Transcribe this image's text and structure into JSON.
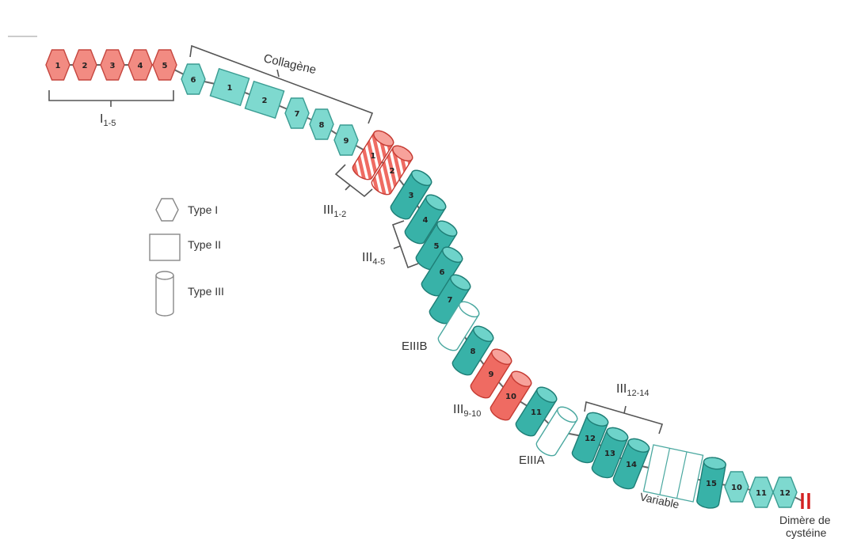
{
  "colors": {
    "type1_red": "#F28B82",
    "type1_red_stroke": "#C5463F",
    "type2_teal": "#7ED9CF",
    "type2_teal_stroke": "#3A9C92",
    "type3_teal": "#38B2A8",
    "type3_teal_dark": "#1E7E76",
    "type3_red": "#EF6B62",
    "type3_red_dark": "#C53B33",
    "bracket": "#555555",
    "cysteine": "#D42222"
  },
  "labels": {
    "collagen": "Collagène",
    "i_1_5_main": "I",
    "i_1_5_sub": "1-5",
    "iii_1_2_main": "III",
    "iii_1_2_sub": "1-2",
    "iii_4_5_main": "III",
    "iii_4_5_sub": "4-5",
    "eiiib": "EIIIB",
    "iii_9_10_main": "III",
    "iii_9_10_sub": "9-10",
    "eiiia": "EIIIA",
    "iii_12_14_main": "III",
    "iii_12_14_sub": "12-14",
    "variable": "Variable",
    "dimer_line1": "Dimère de",
    "dimer_line2": "cystéine"
  },
  "legend": {
    "type1": "Type I",
    "type2": "Type II",
    "type3": "Type III"
  },
  "modules": [
    {
      "kind": "hex",
      "num": "1",
      "color": "red"
    },
    {
      "kind": "hex",
      "num": "2",
      "color": "red"
    },
    {
      "kind": "hex",
      "num": "3",
      "color": "red"
    },
    {
      "kind": "hex",
      "num": "4",
      "color": "red"
    },
    {
      "kind": "hex",
      "num": "5",
      "color": "red"
    },
    {
      "kind": "hex",
      "num": "6",
      "color": "teal"
    },
    {
      "kind": "square",
      "num": "1",
      "color": "teal"
    },
    {
      "kind": "square",
      "num": "2",
      "color": "teal"
    },
    {
      "kind": "hex",
      "num": "7",
      "color": "teal"
    },
    {
      "kind": "hex",
      "num": "8",
      "color": "teal"
    },
    {
      "kind": "hex",
      "num": "9",
      "color": "teal"
    },
    {
      "kind": "cyl",
      "num": "1",
      "color": "red-striped"
    },
    {
      "kind": "cyl",
      "num": "2",
      "color": "red-striped"
    },
    {
      "kind": "cyl",
      "num": "3",
      "color": "teal"
    },
    {
      "kind": "cyl",
      "num": "4",
      "color": "teal"
    },
    {
      "kind": "cyl",
      "num": "5",
      "color": "teal"
    },
    {
      "kind": "cyl",
      "num": "6",
      "color": "teal"
    },
    {
      "kind": "cyl",
      "num": "7",
      "color": "teal"
    },
    {
      "kind": "cyl",
      "num": "",
      "color": "white"
    },
    {
      "kind": "cyl",
      "num": "8",
      "color": "teal"
    },
    {
      "kind": "cyl",
      "num": "9",
      "color": "red"
    },
    {
      "kind": "cyl",
      "num": "10",
      "color": "red"
    },
    {
      "kind": "cyl",
      "num": "11",
      "color": "teal"
    },
    {
      "kind": "cyl",
      "num": "",
      "color": "white"
    },
    {
      "kind": "cyl",
      "num": "12",
      "color": "teal"
    },
    {
      "kind": "cyl",
      "num": "13",
      "color": "teal"
    },
    {
      "kind": "cyl",
      "num": "14",
      "color": "teal"
    },
    {
      "kind": "variable",
      "num": "",
      "color": "white"
    },
    {
      "kind": "cyl",
      "num": "15",
      "color": "teal"
    },
    {
      "kind": "hex",
      "num": "10",
      "color": "teal"
    },
    {
      "kind": "hex",
      "num": "11",
      "color": "teal"
    },
    {
      "kind": "hex",
      "num": "12",
      "color": "teal"
    }
  ]
}
